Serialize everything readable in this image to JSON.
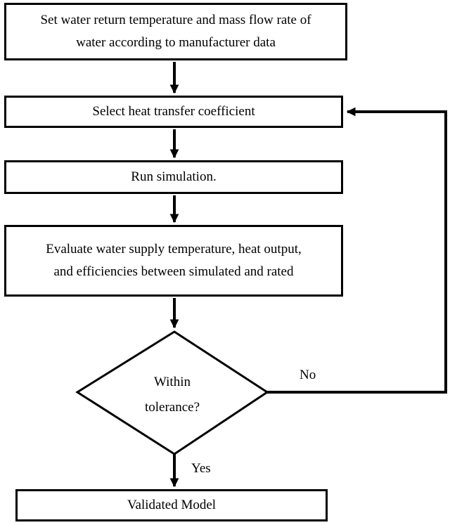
{
  "flowchart": {
    "step1": {
      "line1": "Set water return temperature and mass flow rate of",
      "line2": "water according to manufacturer data"
    },
    "step2": "Select heat transfer coefficient",
    "step3": "Run simulation.",
    "step4": {
      "line1": "Evaluate water supply temperature, heat output,",
      "line2": "and efficiencies between simulated and rated"
    },
    "decision": {
      "line1": "Within",
      "line2": "tolerance?"
    },
    "no_label": "No",
    "yes_label": "Yes",
    "final": "Validated Model"
  }
}
